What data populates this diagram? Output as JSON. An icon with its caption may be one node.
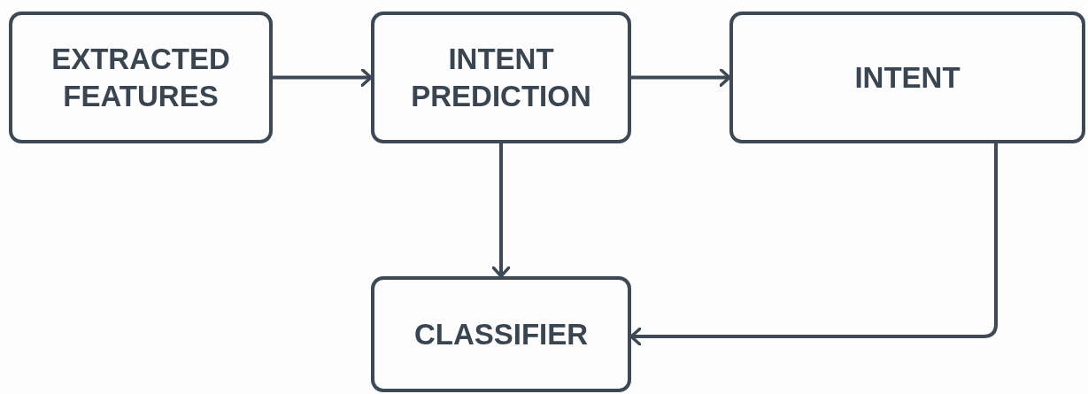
{
  "diagram": {
    "nodes": [
      {
        "text": [
          "EXTRACTED FEATURES"
        ]
      },
      {
        "text": [
          "INTENT PREDICTION"
        ]
      },
      {
        "text": [
          "INTENT"
        ]
      },
      {
        "text": [
          "CLASSIFIER"
        ]
      }
    ],
    "edges": [
      {
        "from": 0,
        "to": 1,
        "arrow": "to"
      },
      {
        "from": 1,
        "to": 2,
        "arrow": "to"
      },
      {
        "from": 1,
        "to": 3,
        "arrow": "to"
      },
      {
        "from": 2,
        "to": 3,
        "arrow": "to"
      }
    ]
  }
}
